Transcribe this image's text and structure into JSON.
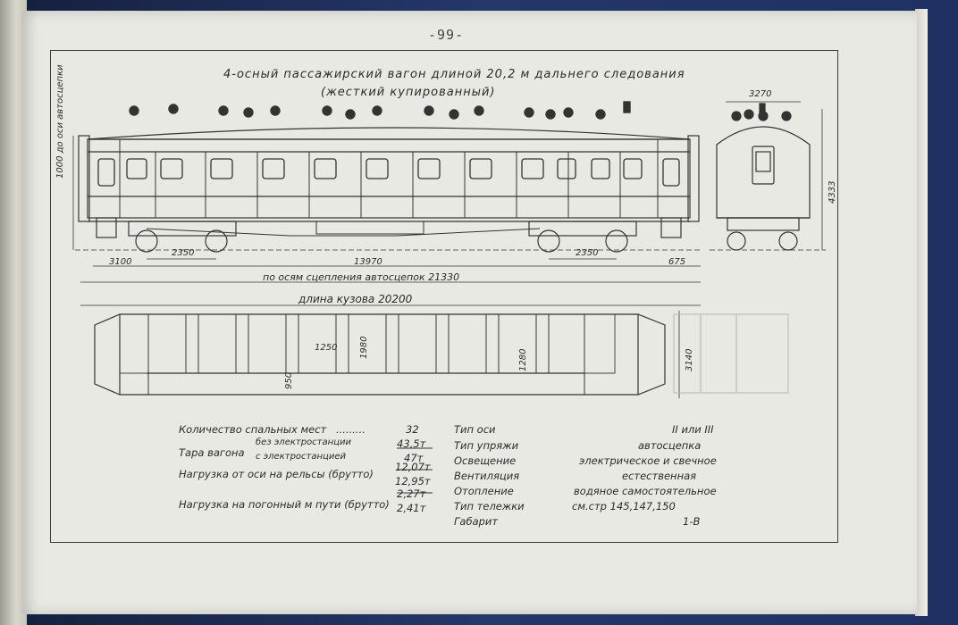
{
  "page_number": "-99-",
  "title_line1": "4-осный пассажирский вагон длиной 20,2 м дальнего следования",
  "title_line2": "(жесткий купированный)",
  "dims": {
    "side_left_vertical": "1000 до оси автосцепки",
    "overhang": "3100",
    "truck_base_left": "2350",
    "bolster_spacing": "13970",
    "truck_base_right": "2350",
    "end_right": "675",
    "coupler_span": "по осям сцепления автосцепок 21330",
    "body_length": "длина кузова 20200",
    "end_width": "3270",
    "end_height": "4333",
    "plan_width": "3140",
    "plan_compartment": "1980",
    "plan_pitch": "1250",
    "plan_corridor": "950",
    "plan_mid": "1280"
  },
  "specs_left": {
    "sleeping_label": "Количество спальных мест",
    "sleeping_value": "32",
    "tare_label": "Тара вагона",
    "tare_no_gen": "без электростанции",
    "tare_no_gen_value": "43,5т",
    "tare_with_gen": "с электростанцией",
    "tare_with_gen_value": "47т",
    "axle_label": "Нагрузка от оси на рельсы (брутто)",
    "axle_value1": "12,07т",
    "axle_value2": "12,95т",
    "meter_label": "Нагрузка на погонный м пути (брутто)",
    "meter_value1": "2,27т",
    "meter_value2": "2,41т"
  },
  "specs_right": {
    "axle_type_label": "Тип оси",
    "axle_type_value": "II или III",
    "coupler_label": "Тип упряжи",
    "coupler_value": "автосцепка",
    "lighting_label": "Освещение",
    "lighting_value": "электрическое и свечное",
    "vent_label": "Вентиляция",
    "vent_value": "естественная",
    "heating_label": "Отопление",
    "heating_value": "водяное самостоятельное",
    "truck_label": "Тип тележки",
    "truck_value": "см.стр 145,147,150",
    "gauge_label": "Габарит",
    "gauge_value": "1-В"
  }
}
